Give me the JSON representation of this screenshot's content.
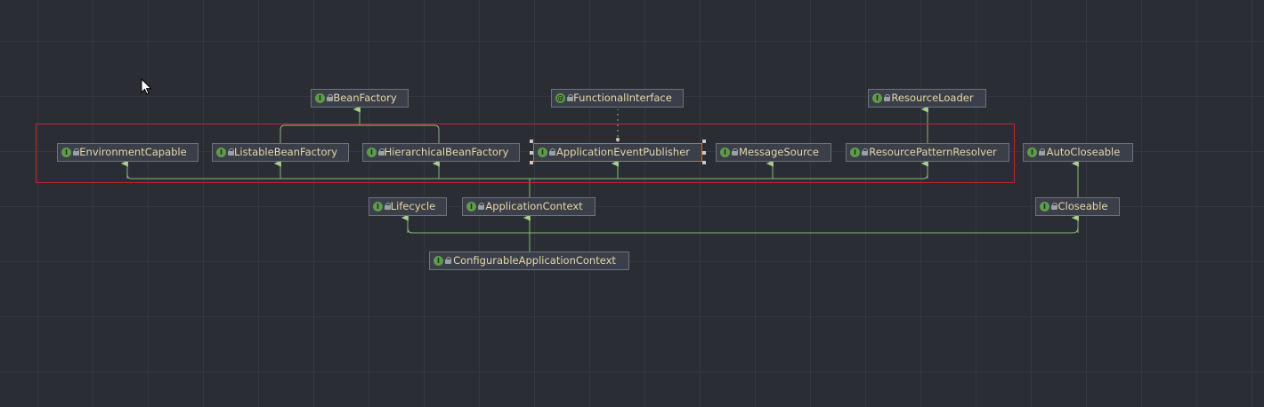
{
  "diagram": {
    "nodes": [
      {
        "key": "beanfactory",
        "label": "BeanFactory",
        "badge": "I"
      },
      {
        "key": "functionalinterface",
        "label": "FunctionalInterface",
        "badge": "@"
      },
      {
        "key": "resourceloader",
        "label": "ResourceLoader",
        "badge": "I"
      },
      {
        "key": "environmentcapable",
        "label": "EnvironmentCapable",
        "badge": "I"
      },
      {
        "key": "listablebeanfactory",
        "label": "ListableBeanFactory",
        "badge": "I"
      },
      {
        "key": "hierarchicalbeanfactory",
        "label": "HierarchicalBeanFactory",
        "badge": "I"
      },
      {
        "key": "applicationeventpublisher",
        "label": "ApplicationEventPublisher",
        "badge": "I",
        "selected": true
      },
      {
        "key": "messagesource",
        "label": "MessageSource",
        "badge": "I"
      },
      {
        "key": "resourcepatternresolver",
        "label": "ResourcePatternResolver",
        "badge": "I"
      },
      {
        "key": "autocloseable",
        "label": "AutoCloseable",
        "badge": "I"
      },
      {
        "key": "lifecycle",
        "label": "Lifecycle",
        "badge": "I"
      },
      {
        "key": "applicationcontext",
        "label": "ApplicationContext",
        "badge": "I"
      },
      {
        "key": "closeable",
        "label": "Closeable",
        "badge": "I"
      },
      {
        "key": "configurableapplicationcontext",
        "label": "ConfigurableApplicationContext",
        "badge": "I"
      }
    ],
    "edge_color": "#8ab87a",
    "selection_color": "#c06f2d",
    "highlight_box_color": "#c0262a"
  }
}
